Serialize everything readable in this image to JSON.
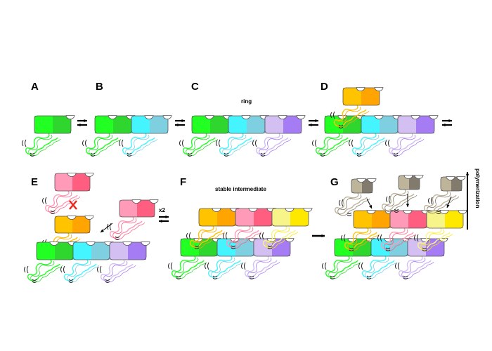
{
  "panels": {
    "A": "A",
    "B": "B",
    "C": "C",
    "D": "D",
    "E": "E",
    "F": "F",
    "G": "G"
  },
  "annotations": {
    "ring": "ring",
    "stable": "stable intermediate",
    "x2": "x2",
    "polymerization": "polymerization"
  },
  "colors": {
    "green": [
      "#22ff22",
      "#2ed62e"
    ],
    "cyan": [
      "#44f4ff",
      "#7ecfe0"
    ],
    "purple": [
      "#d4bff2",
      "#a67cf5"
    ],
    "orange": [
      "#ffc300",
      "#ffa400"
    ],
    "pink": [
      "#ff9ab8",
      "#ff5e80"
    ],
    "yellow": [
      "#f7f58a",
      "#ffe800"
    ],
    "gray": [
      "#bdb49a",
      "#827a6d"
    ],
    "inhibit": "#e8281e"
  }
}
